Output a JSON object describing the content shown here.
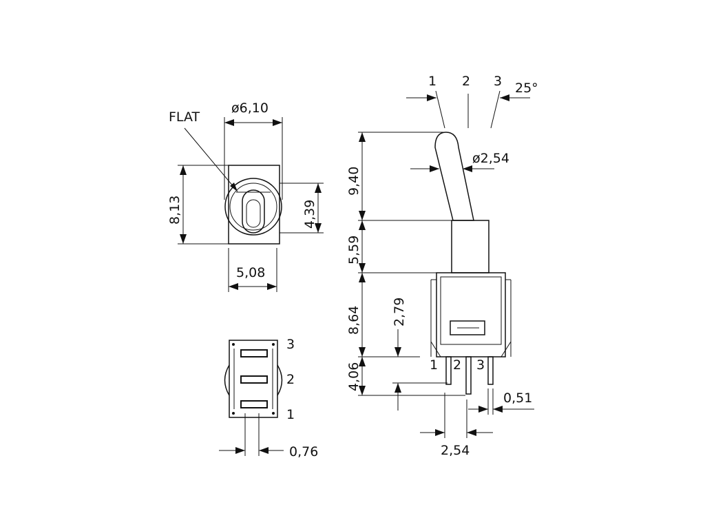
{
  "front_view": {
    "flat_label": "FLAT",
    "dim_diameter": "ø6,10",
    "dim_height": "8,13",
    "dim_width": "5,08",
    "dim_bushing": "4,39"
  },
  "bottom_view": {
    "pin_3": "3",
    "pin_2": "2",
    "pin_1": "1",
    "dim_pin_width": "0,76"
  },
  "side_view": {
    "pos_1": "1",
    "pos_2": "2",
    "pos_3": "3",
    "angle": "25°",
    "dim_lever_dia": "ø2,54",
    "dim_lever": "9,40",
    "dim_bushing": "5,59",
    "dim_body": "8,64",
    "dim_pin_pos": "2,79",
    "dim_pins": "4,06",
    "pin_1": "1",
    "pin_2": "2",
    "pin_3": "3",
    "dim_pin_thk": "0,51",
    "dim_pitch": "2,54"
  }
}
